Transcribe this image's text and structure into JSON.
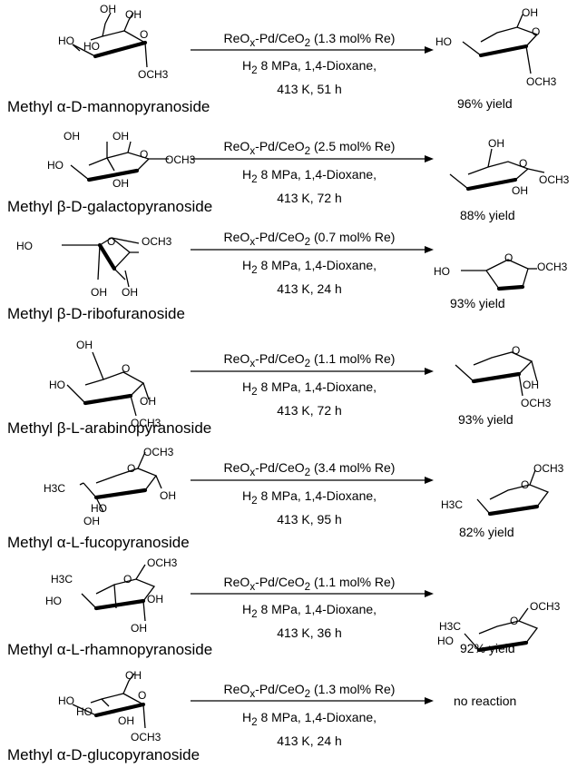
{
  "reactions": [
    {
      "substrate": "Methyl α-D-mannopyranoside",
      "catalyst_prefix": "ReO",
      "catalyst_sub": "x",
      "catalyst_mid": "-Pd/CeO",
      "catalyst_sub2": "2",
      "loading": "(1.3 mol% Re)",
      "h2": "H",
      "h2_sub": "2",
      "line2_rest": "8 MPa, 1,4-Dioxane,",
      "line3": "413 K, 51 h",
      "result": "96% yield"
    },
    {
      "substrate": "Methyl β-D-galactopyranoside",
      "catalyst_prefix": "ReO",
      "catalyst_sub": "x",
      "catalyst_mid": "-Pd/CeO",
      "catalyst_sub2": "2",
      "loading": "(2.5 mol% Re)",
      "h2": "H",
      "h2_sub": "2",
      "line2_rest": "8 MPa, 1,4-Dioxane,",
      "line3": "413 K, 72 h",
      "result": "88% yield"
    },
    {
      "substrate": "Methyl β-D-ribofuranoside",
      "catalyst_prefix": "ReO",
      "catalyst_sub": "x",
      "catalyst_mid": "-Pd/CeO",
      "catalyst_sub2": "2",
      "loading": "(0.7 mol% Re)",
      "h2": "H",
      "h2_sub": "2",
      "line2_rest": "8 MPa, 1,4-Dioxane,",
      "line3": "413 K, 24 h",
      "result": "93% yield"
    },
    {
      "substrate": "Methyl β-L-arabinopyranoside",
      "catalyst_prefix": "ReO",
      "catalyst_sub": "x",
      "catalyst_mid": "-Pd/CeO",
      "catalyst_sub2": "2",
      "loading": "(1.1 mol% Re)",
      "h2": "H",
      "h2_sub": "2",
      "line2_rest": "8 MPa, 1,4-Dioxane,",
      "line3": "413 K, 72 h",
      "result": "93% yield"
    },
    {
      "substrate": "Methyl α-L-fucopyranoside",
      "catalyst_prefix": "ReO",
      "catalyst_sub": "x",
      "catalyst_mid": "-Pd/CeO",
      "catalyst_sub2": "2",
      "loading": "(3.4 mol% Re)",
      "h2": "H",
      "h2_sub": "2",
      "line2_rest": "8 MPa, 1,4-Dioxane,",
      "line3": "413 K, 95 h",
      "result": "82% yield"
    },
    {
      "substrate": "Methyl α-L-rhamnopyranoside",
      "catalyst_prefix": "ReO",
      "catalyst_sub": "x",
      "catalyst_mid": "-Pd/CeO",
      "catalyst_sub2": "2",
      "loading": "(1.1 mol% Re)",
      "h2": "H",
      "h2_sub": "2",
      "line2_rest": "8 MPa, 1,4-Dioxane,",
      "line3": "413 K, 36 h",
      "result": "92% yield"
    },
    {
      "substrate": "Methyl α-D-glucopyranoside",
      "catalyst_prefix": "ReO",
      "catalyst_sub": "x",
      "catalyst_mid": "-Pd/CeO",
      "catalyst_sub2": "2",
      "loading": "(1.3 mol% Re)",
      "h2": "H",
      "h2_sub": "2",
      "line2_rest": "8 MPa, 1,4-Dioxane,",
      "line3": "413 K, 24 h",
      "result": "no reaction"
    }
  ],
  "labels": {
    "oh": "OH",
    "ho": "HO",
    "o": "O",
    "och3": "OCH3",
    "och3_alt": "OCH",
    "och3_sub": "3",
    "h3c": "H3C",
    "h3": "H",
    "h3_sub": "3",
    "c": "C"
  }
}
